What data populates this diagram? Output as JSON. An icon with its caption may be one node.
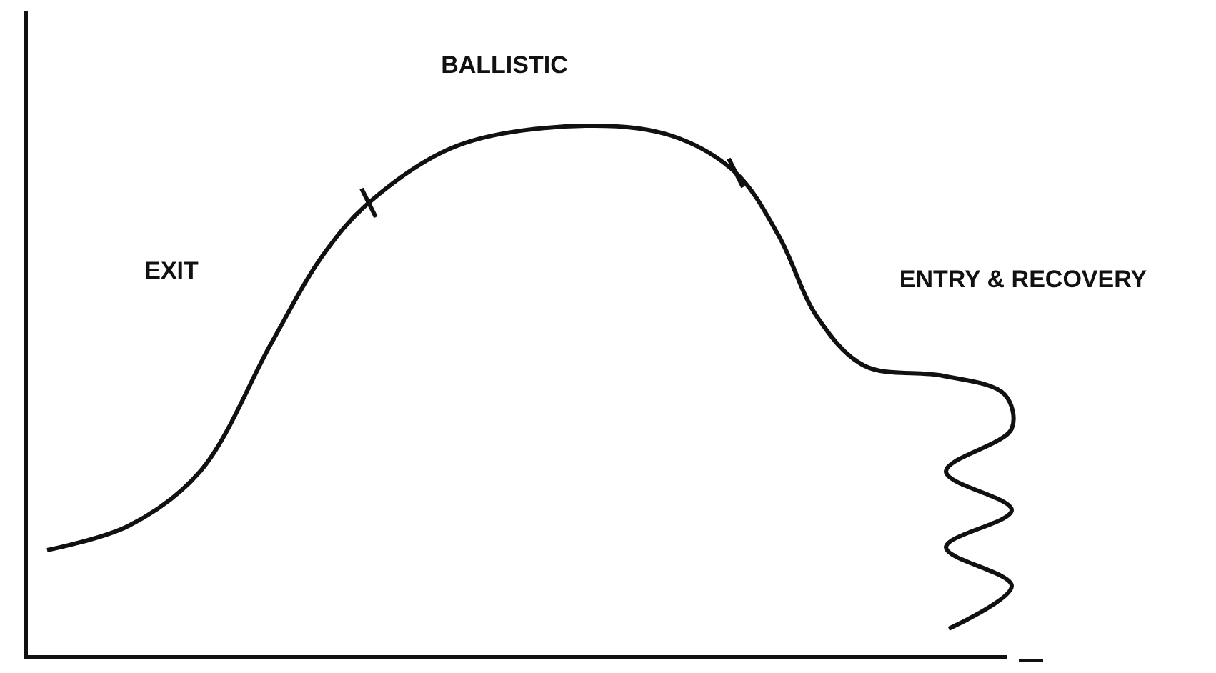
{
  "diagram": {
    "labels": [
      "BALLISTIC",
      "EXIT",
      "ENTRY & RECOVERY"
    ]
  }
}
